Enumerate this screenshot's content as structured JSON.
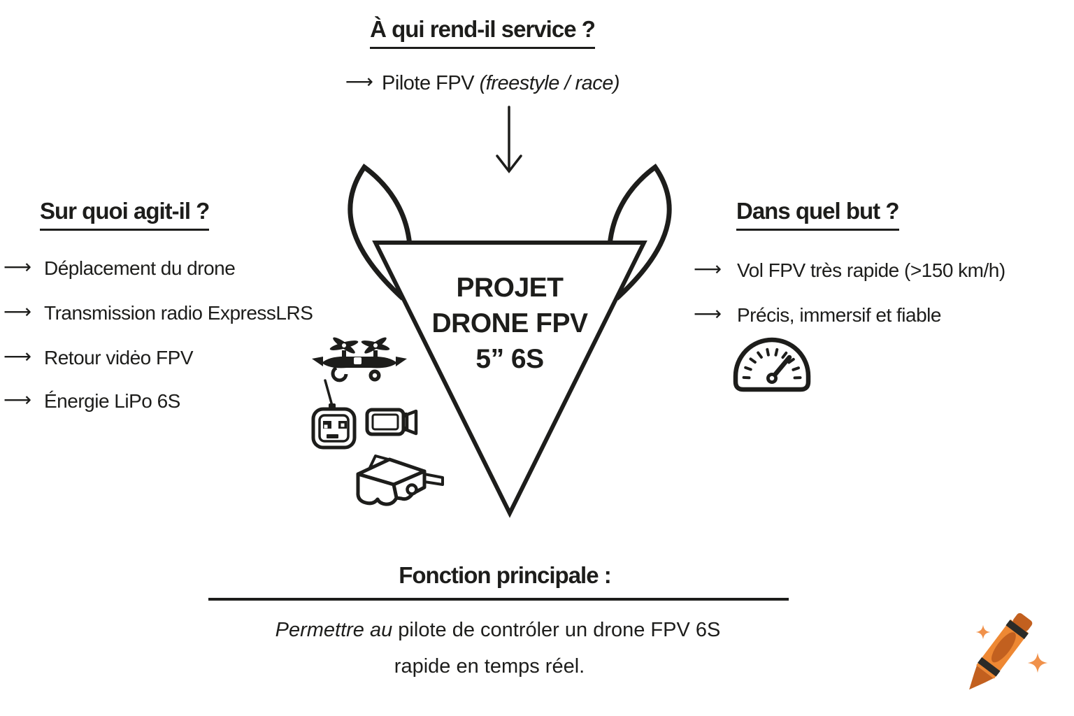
{
  "top": {
    "title": "À qui rend-il service ?",
    "pilot_normal": "Pilote FPV ",
    "pilot_italic": "(freestyle / race)"
  },
  "left": {
    "title": "Sur quoi agit-il ?",
    "items": [
      "Déplacement du drone",
      "Transmission radio ExpressLRS",
      "Retour vidėo FPV",
      "Énergie LiPo 6S"
    ]
  },
  "right": {
    "title": "Dans quel but ?",
    "items": [
      "Vol FPV très rapide (>150 km/h)",
      "Précis, immersif et fiable"
    ]
  },
  "center": {
    "lines": [
      "PROJET",
      "DRONE FPV",
      "5” 6S"
    ]
  },
  "bottom": {
    "title": "Fonction principale :",
    "sentence_italic": "Permettre au",
    "sentence_rest": " pilote de contróler un drone FPV 6S",
    "sentence_line2": "rapide en temps réel."
  },
  "arrows": {
    "list": "⟶",
    "down": "↓"
  },
  "icons": {
    "drone": "quadcopter-silhouette",
    "radio": "rc-transmitter",
    "camera": "video-camera",
    "goggles": "fpv-goggles",
    "speedometer": "gauge-dial",
    "crayon": "orange-crayon",
    "sparkle": "four-point-star"
  },
  "colors": {
    "ink": "#1d1d1b",
    "background": "#ffffff",
    "crayon_body": "#EE8833",
    "crayon_dark": "#C2601F",
    "crayon_band": "#2B2B28",
    "sparkle": "#F0914A"
  }
}
